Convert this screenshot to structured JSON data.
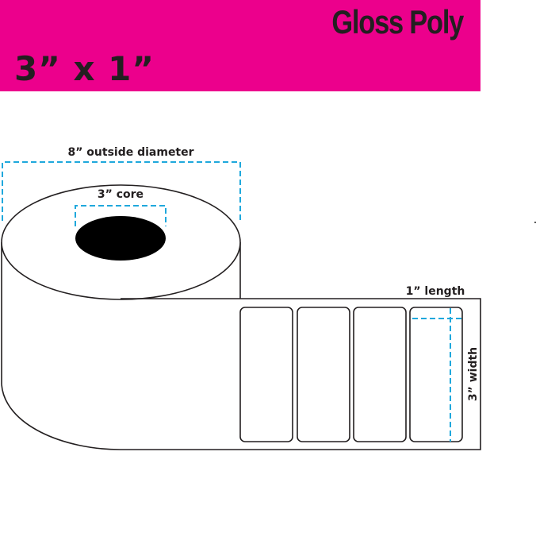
{
  "banner": {
    "material": "Gloss Poly",
    "size": "3” x 1”",
    "color": "#ec008c",
    "text_color": "#231f20"
  },
  "diagram": {
    "outside_diameter_label": "8” outside diameter",
    "core_label": "3” core",
    "length_label": "1” length",
    "width_label": "3” width",
    "label_count": 4,
    "dimension_line_color": "#1fa8dc",
    "outline_color": "#231f20"
  }
}
